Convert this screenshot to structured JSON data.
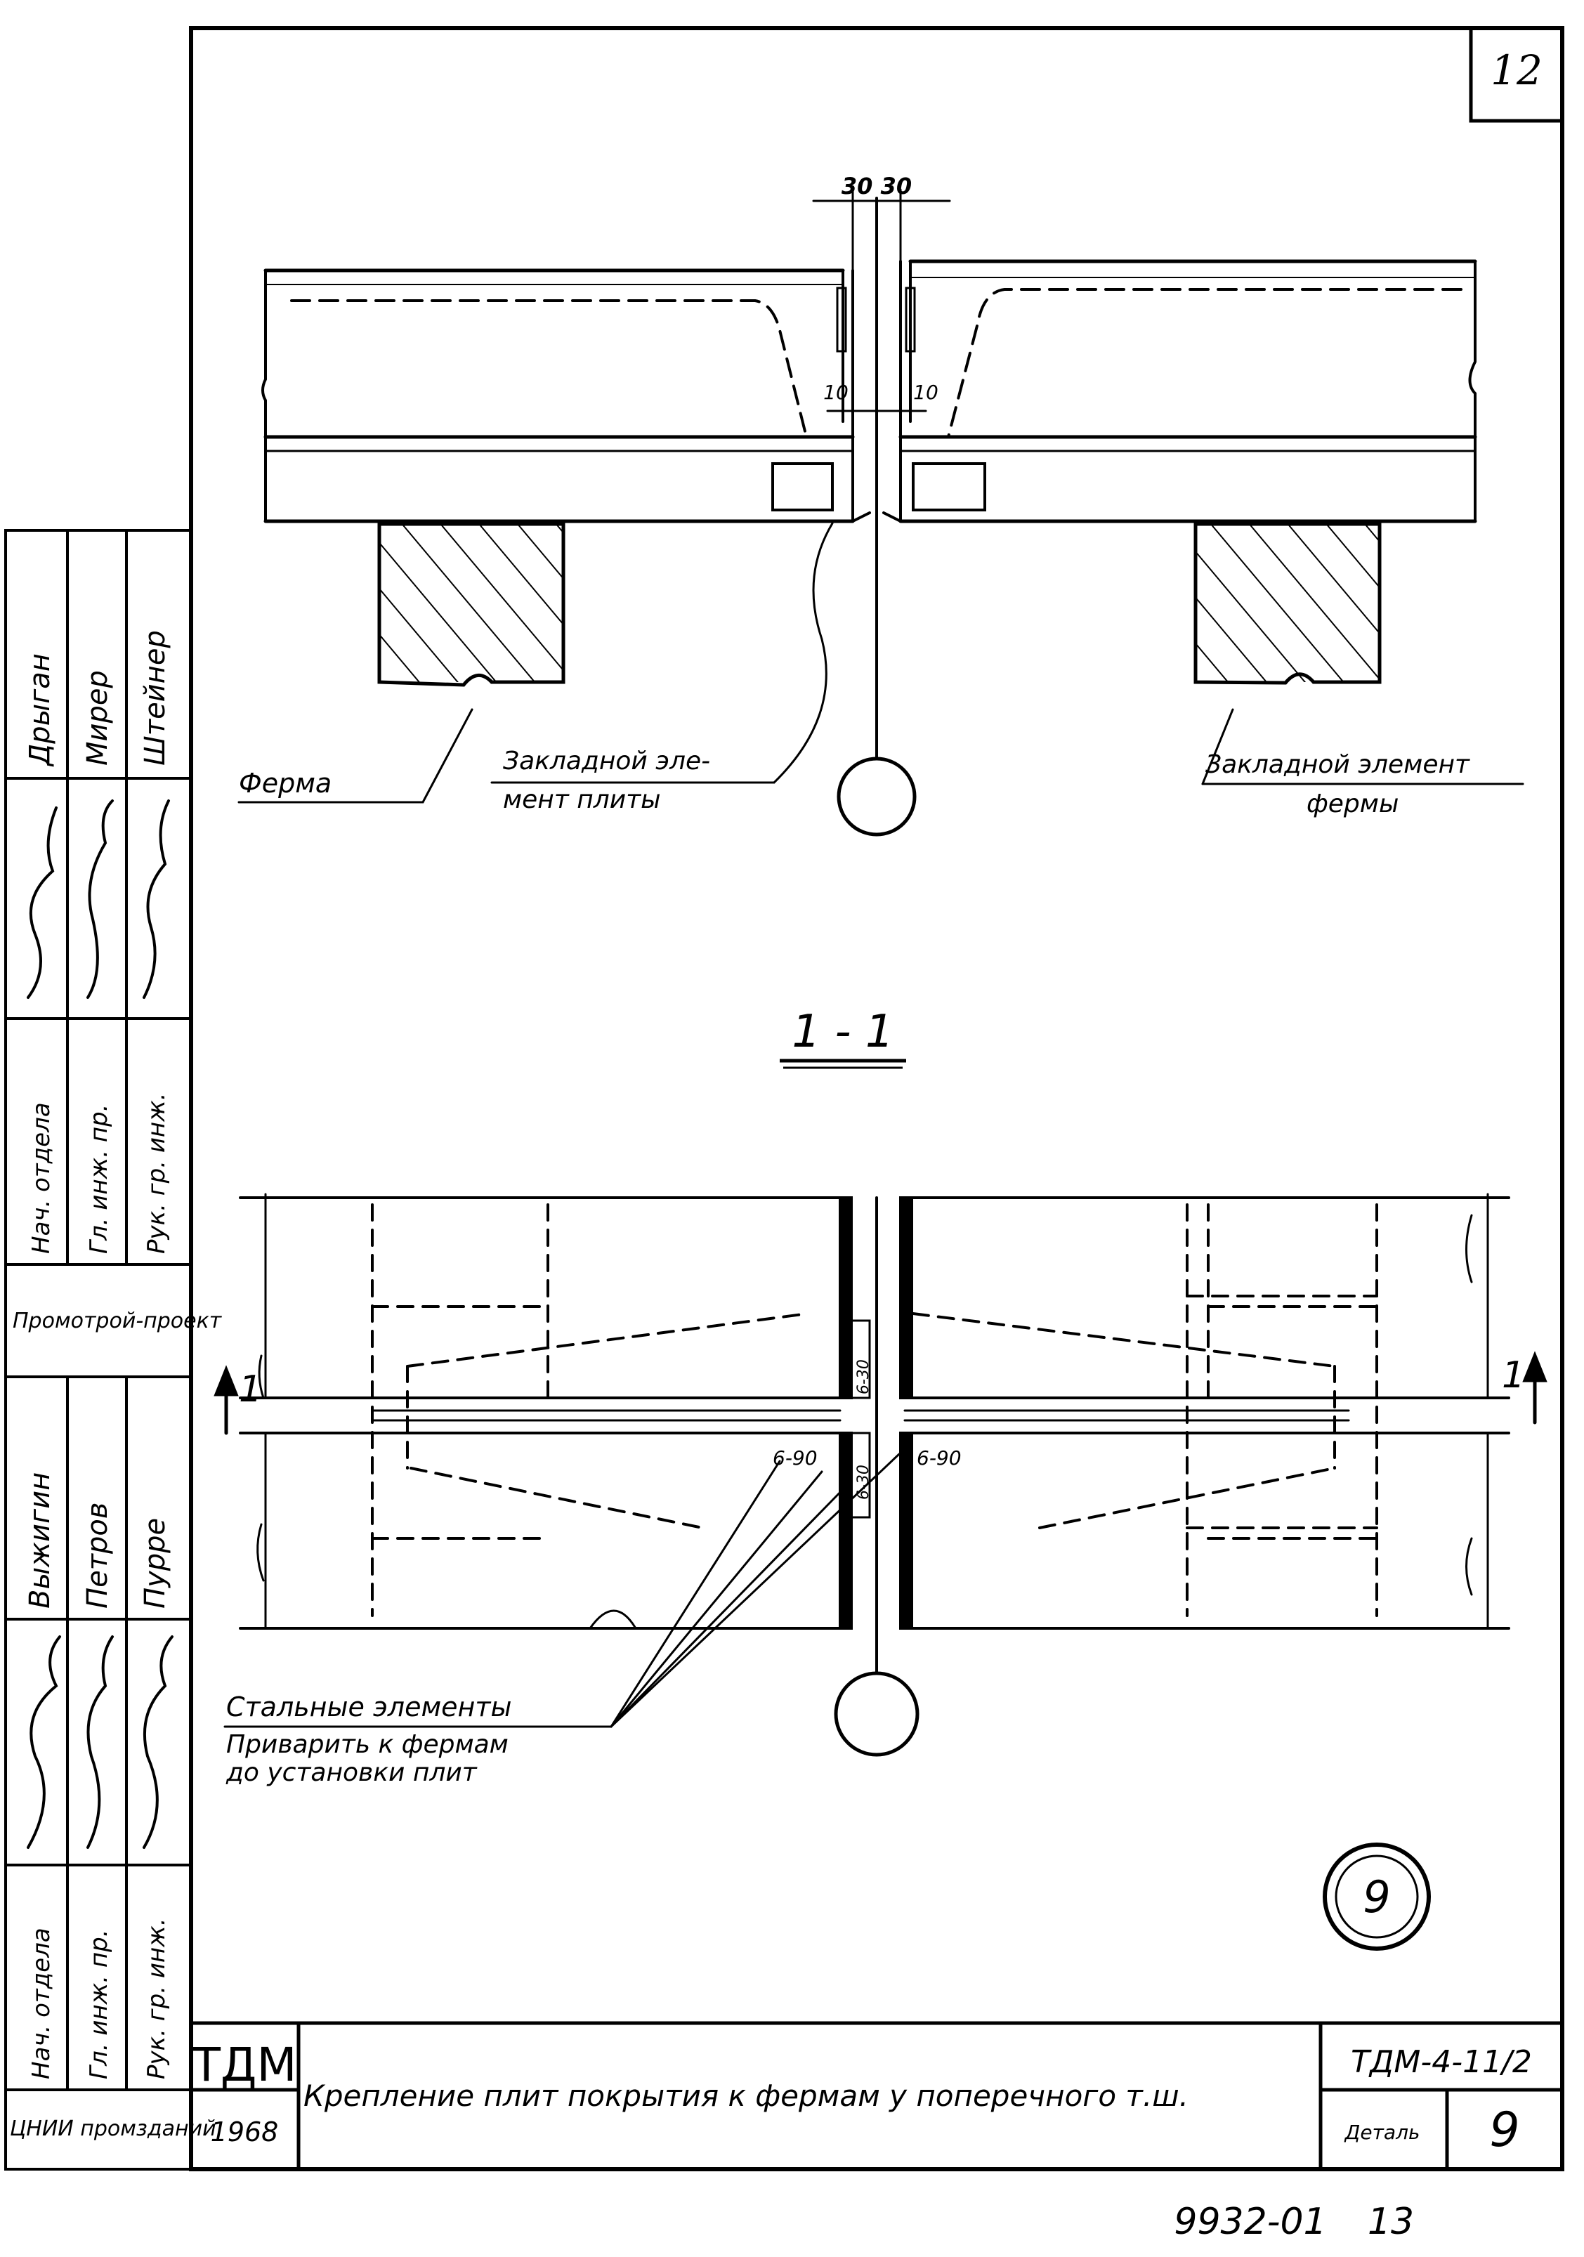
{
  "sheet": {
    "sheet_number": "12",
    "section_label": "1 - 1",
    "view_number": "9"
  },
  "top_view": {
    "dimension_top": "30 30",
    "dimension_left": "10",
    "dimension_right": "10",
    "label_truss": "Ферма",
    "label_embed_plate_line1": "Закладной эле-",
    "label_embed_plate_line2": "мент плиты",
    "label_embed_truss_line1": "Закладной элемент",
    "label_embed_truss_line2": "фермы"
  },
  "plan_view": {
    "section_mark_left": "1",
    "section_mark_right": "1",
    "weld_left": "6-90",
    "weld_right": "6-90",
    "weld_vertical_upper": "6-30",
    "weld_vertical_lower": "6-30",
    "note_line1": "Стальные элементы",
    "note_line2": "Приварить к фермам",
    "note_line3": "до установки плит"
  },
  "left_stamp": {
    "names_col1": [
      "Дрыган",
      "Мирер",
      "Штейнер"
    ],
    "roles_col1": [
      "Нач. отдела",
      "Гл. инж. пр.",
      "Рук. гр. инж."
    ],
    "org_mid": "Промотрой-проект",
    "names_col2": [
      "Выжигин",
      "Петров",
      "Пурре"
    ],
    "roles_col2": [
      "Нач. отдела",
      "Гл. инж. пр.",
      "Рук. гр. инж."
    ],
    "org_bottom": "ЦНИИ промзданий"
  },
  "title_block": {
    "logo": "ТДМ",
    "year": "1968",
    "title": "Крепление плит покрытия к фермам у поперечного т.ш.",
    "code": "ТДМ-4-11/2",
    "detail_label": "Деталь",
    "detail_number": "9",
    "bottom_code": "9932-01",
    "bottom_page": "13"
  }
}
